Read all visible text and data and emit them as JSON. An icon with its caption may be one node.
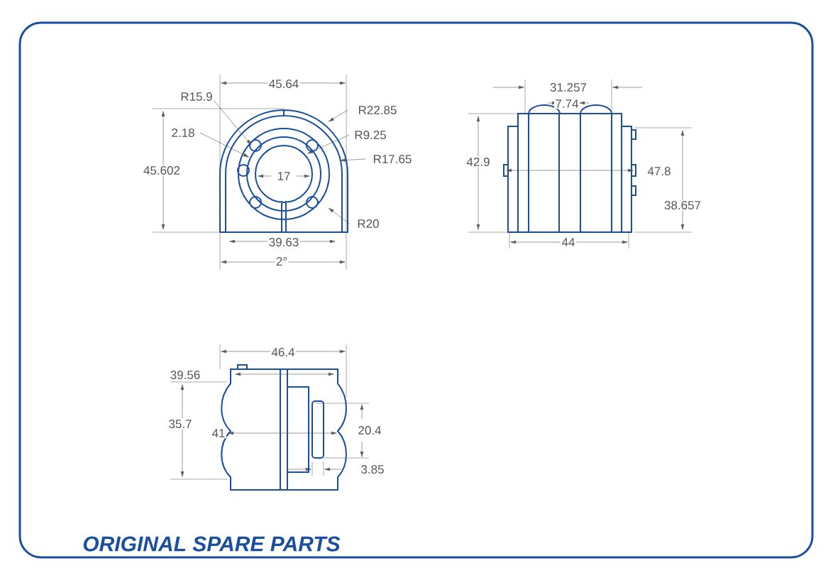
{
  "diagram": {
    "labels": [
      "45.64",
      "R15.9",
      "R22.85",
      "2.18",
      "R9.25",
      "45.602",
      "17",
      "R17.65",
      "R20",
      "39.63",
      "2°",
      "31.257",
      "7.74",
      "42.9",
      "47.8",
      "38.657",
      "44",
      "46.4",
      "39.56",
      "35.7",
      "41",
      "20.4",
      "3.85",
      "ORIGINAL SPARE PARTS"
    ]
  }
}
